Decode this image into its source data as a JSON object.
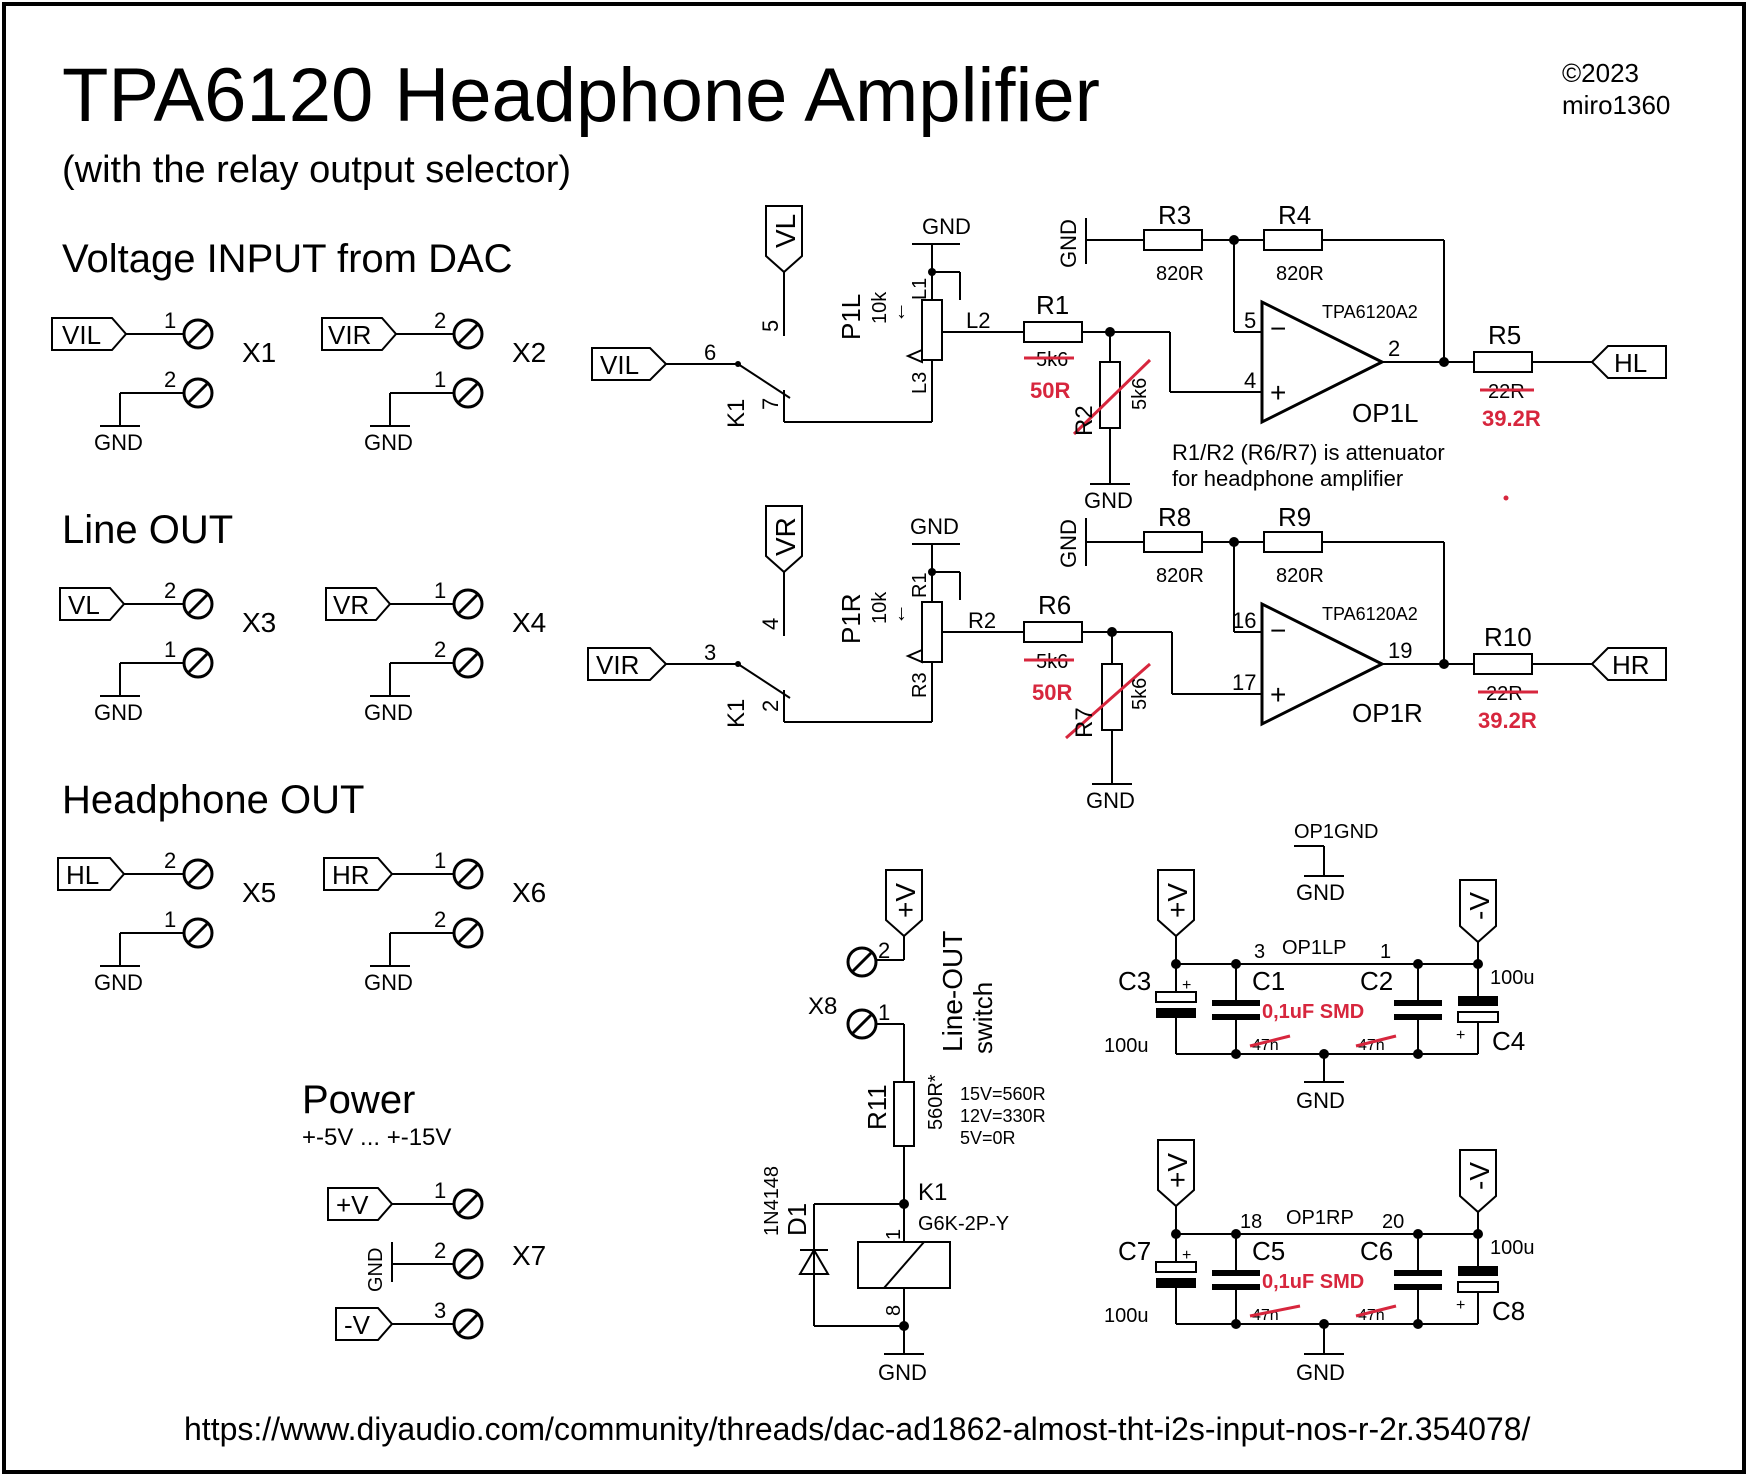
{
  "title": "TPA6120 Headphone Amplifier",
  "subtitle": "(with the relay output selector)",
  "copyright": {
    "line1": "©2023",
    "line2": "miro1360"
  },
  "url": "https://www.diyaudio.com/community/threads/dac-ad1862-almost-tht-i2s-input-nos-r-2r.354078/",
  "sections": {
    "input": "Voltage INPUT from DAC",
    "line_out": "Line OUT",
    "hp_out": "Headphone OUT",
    "power": "Power",
    "power_range": "+-5V ... +-15V"
  },
  "common": {
    "gnd": "GND",
    "vp": "+V",
    "vn": "-V",
    "vl": "VL",
    "vr": "VR",
    "vil": "VIL",
    "vir": "VIR",
    "hl": "HL",
    "hr": "HR"
  },
  "pins": {
    "p1": "1",
    "p2": "2",
    "p3": "3",
    "p4": "4",
    "p5": "5",
    "p6": "6",
    "p7": "7",
    "p8": "8",
    "p16": "16",
    "p17": "17",
    "p18": "18",
    "p19": "19",
    "p20": "20",
    "minus": "−",
    "plus": "+"
  },
  "connectors": {
    "x1": "X1",
    "x2": "X2",
    "x3": "X3",
    "x4": "X4",
    "x5": "X5",
    "x6": "X6",
    "x7": "X7",
    "x8": "X8"
  },
  "left": {
    "k1": "K1",
    "p1l": "P1L",
    "pot": "10k",
    "l1": "L1",
    "l2": "L2",
    "l3": "L3",
    "r1": "R1",
    "r1_old": "5k6",
    "r1_new": "50R",
    "r2": "R2",
    "r2_val": "5k6",
    "r3": "R3",
    "r3_val": "820R",
    "r4": "R4",
    "r4_val": "820R",
    "opamp": "TPA6120A2",
    "op": "OP1L",
    "r5": "R5",
    "r5_old": "22R",
    "r5_new": "39.2R"
  },
  "right": {
    "k1": "K1",
    "p1r": "P1R",
    "pot": "10k",
    "r1": "R1",
    "r2": "R2",
    "r3": "R3",
    "r6": "R6",
    "r6_old": "5k6",
    "r6_new": "50R",
    "r7": "R7",
    "r7_val": "5k6",
    "r8": "R8",
    "r8_val": "820R",
    "r9": "R9",
    "r9_val": "820R",
    "opamp": "TPA6120A2",
    "op": "OP1R",
    "r10": "R10",
    "r10_old": "22R",
    "r10_new": "39.2R"
  },
  "note": {
    "line1": "R1/R2 (R6/R7) is attenuator",
    "line2": "for headphone amplifier"
  },
  "relay": {
    "switch1": "Line-OUT",
    "switch2": "switch",
    "r11": "R11",
    "r11_val": "560R*",
    "opt1": "15V=560R",
    "opt2": "12V=330R",
    "opt3": "5V=0R",
    "d1": "D1",
    "diode": "1N4148",
    "k1": "K1",
    "model": "G6K-2P-Y"
  },
  "supply": {
    "op1gnd": "OP1GND",
    "op1lp": "OP1LP",
    "op1rp": "OP1RP",
    "c1": "C1",
    "c2": "C2",
    "c3": "C3",
    "c4": "C4",
    "c5": "C5",
    "c6": "C6",
    "c7": "C7",
    "c8": "C8",
    "cap_big": "100u",
    "smd": "0,1uF SMD",
    "old": "47n"
  }
}
